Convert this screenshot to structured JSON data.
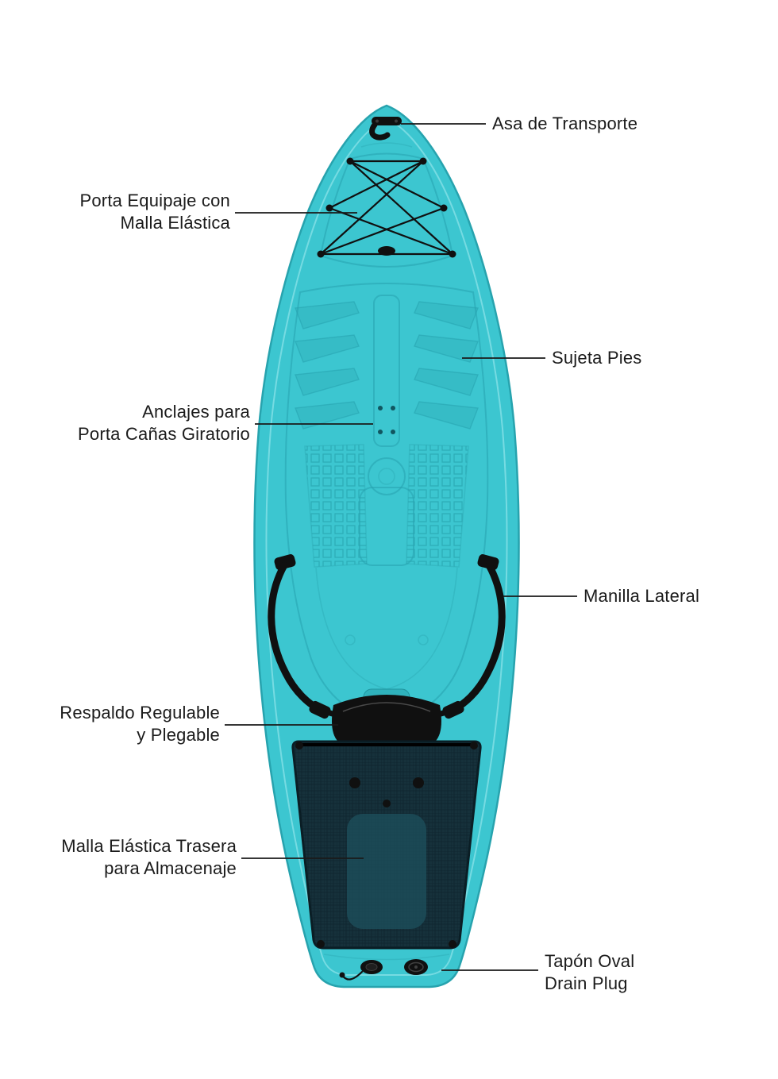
{
  "diagram": {
    "type": "product-feature-callouts",
    "product": "kayak-top-view",
    "colors": {
      "page_bg": "#ffffff",
      "body": "#3cc6d0",
      "body_dark": "#27a3ae",
      "body_light": "#7fdde4",
      "black_parts": "#101010",
      "mesh": "#16313b",
      "label_text": "#1b1b1b"
    }
  },
  "labels": [
    {
      "id": "asa-de-transporte",
      "side": "right",
      "lines": [
        "Asa de Transporte"
      ]
    },
    {
      "id": "porta-equipaje",
      "side": "left",
      "lines": [
        "Porta Equipaje con",
        "Malla Elástica"
      ]
    },
    {
      "id": "sujeta-pies",
      "side": "right",
      "lines": [
        "Sujeta Pies"
      ]
    },
    {
      "id": "anclajes-porta-canas",
      "side": "left",
      "lines": [
        "Anclajes para",
        "Porta Cañas Giratorio"
      ]
    },
    {
      "id": "manilla-lateral",
      "side": "right",
      "lines": [
        "Manilla Lateral"
      ]
    },
    {
      "id": "respaldo",
      "side": "left",
      "lines": [
        "Respaldo Regulable",
        "y Plegable"
      ]
    },
    {
      "id": "malla-trasera",
      "side": "left",
      "lines": [
        "Malla Elástica Trasera",
        "para Almacenaje"
      ]
    },
    {
      "id": "tapon-oval",
      "side": "right",
      "lines": [
        "Tapón Oval",
        "Drain Plug"
      ]
    }
  ]
}
